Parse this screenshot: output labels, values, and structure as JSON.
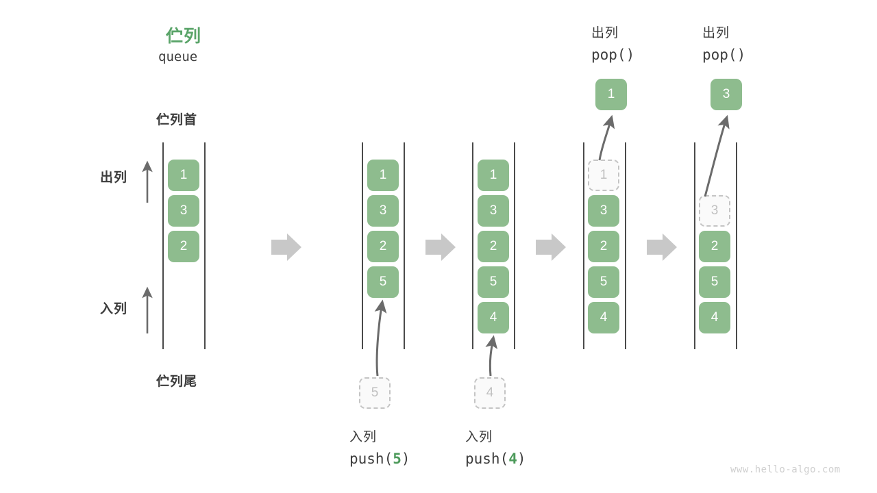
{
  "diagram": {
    "title_cn": "伫列",
    "title_code": "queue",
    "front_label": "伫列首",
    "rear_label": "伫列尾",
    "dequeue_label": "出列",
    "enqueue_label": "入列",
    "watermark": "www.hello-algo.com",
    "colors": {
      "cell_fill": "#8ebc8e",
      "cell_text": "#ffffff",
      "ghost_border": "#c4c4c4",
      "ghost_text": "#c0c0c0",
      "rail": "#4a4a4a",
      "accent_green": "#5aa469",
      "arrow_gray": "#6b6b6b",
      "step_arrow": "#c8c8c8",
      "text": "#3c3c3c",
      "watermark": "#cfcfcf"
    }
  },
  "steps": [
    {
      "id": "initial",
      "header_cn": "",
      "header_code": "",
      "cells": [
        {
          "value": "1",
          "state": "filled"
        },
        {
          "value": "3",
          "state": "filled"
        },
        {
          "value": "2",
          "state": "filled"
        },
        {
          "value": "",
          "state": "empty"
        },
        {
          "value": "",
          "state": "empty"
        }
      ],
      "caption_cn": "",
      "caption_code": "",
      "caption_arg": "",
      "incoming": null,
      "outgoing": null
    },
    {
      "id": "push-5",
      "header_cn": "",
      "header_code": "",
      "cells": [
        {
          "value": "1",
          "state": "filled"
        },
        {
          "value": "3",
          "state": "filled"
        },
        {
          "value": "2",
          "state": "filled"
        },
        {
          "value": "5",
          "state": "filled"
        },
        {
          "value": "",
          "state": "empty"
        }
      ],
      "caption_cn": "入列",
      "caption_code_prefix": "push(",
      "caption_arg": "5",
      "caption_code_suffix": ")",
      "incoming": {
        "value": "5",
        "state": "ghost"
      },
      "outgoing": null
    },
    {
      "id": "push-4",
      "header_cn": "",
      "header_code": "",
      "cells": [
        {
          "value": "1",
          "state": "filled"
        },
        {
          "value": "3",
          "state": "filled"
        },
        {
          "value": "2",
          "state": "filled"
        },
        {
          "value": "5",
          "state": "filled"
        },
        {
          "value": "4",
          "state": "filled"
        }
      ],
      "caption_cn": "入列",
      "caption_code_prefix": "push(",
      "caption_arg": "4",
      "caption_code_suffix": ")",
      "incoming": {
        "value": "4",
        "state": "ghost"
      },
      "outgoing": null
    },
    {
      "id": "pop-1",
      "header_cn": "出列",
      "header_code": "pop()",
      "cells": [
        {
          "value": "1",
          "state": "ghost"
        },
        {
          "value": "3",
          "state": "filled"
        },
        {
          "value": "2",
          "state": "filled"
        },
        {
          "value": "5",
          "state": "filled"
        },
        {
          "value": "4",
          "state": "filled"
        }
      ],
      "caption_cn": "",
      "caption_code": "",
      "caption_arg": "",
      "incoming": null,
      "outgoing": {
        "value": "1",
        "state": "filled"
      }
    },
    {
      "id": "pop-3",
      "header_cn": "出列",
      "header_code": "pop()",
      "cells": [
        {
          "value": "",
          "state": "empty"
        },
        {
          "value": "3",
          "state": "ghost"
        },
        {
          "value": "2",
          "state": "filled"
        },
        {
          "value": "5",
          "state": "filled"
        },
        {
          "value": "4",
          "state": "filled"
        }
      ],
      "caption_cn": "",
      "caption_code": "",
      "caption_arg": "",
      "incoming": null,
      "outgoing": {
        "value": "3",
        "state": "filled"
      }
    }
  ]
}
